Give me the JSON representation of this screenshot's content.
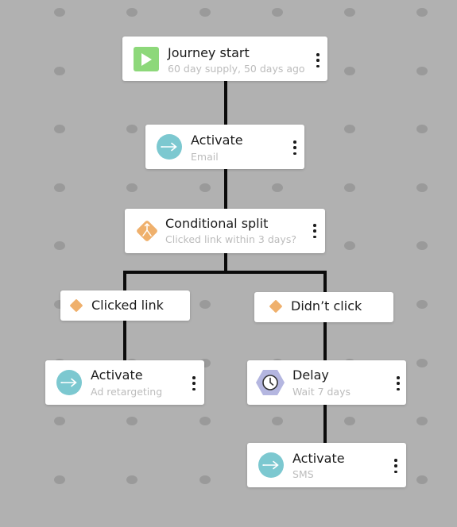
{
  "colors": {
    "background": "#b1b1b1",
    "connector": "#0b0b0b",
    "card": "#ffffff",
    "start_icon": "#8dd87a",
    "activate_icon": "#7cc8d0",
    "split_icon": "#efb06c",
    "delay_icon": "#b4b6e0"
  },
  "nodes": {
    "start": {
      "title": "Journey start",
      "subtitle": "60 day supply, 50 days ago",
      "icon": "play-icon"
    },
    "activate_email": {
      "title": "Activate",
      "subtitle": "Email",
      "icon": "arrow-right-icon"
    },
    "split": {
      "title": "Conditional split",
      "subtitle": "Clicked link within 3 days?",
      "icon": "split-icon"
    },
    "branch_yes": {
      "title": "Clicked link",
      "icon": "diamond-icon"
    },
    "branch_no": {
      "title": "Didn’t click",
      "icon": "diamond-icon"
    },
    "activate_ad": {
      "title": "Activate",
      "subtitle": "Ad retargeting",
      "icon": "arrow-right-icon"
    },
    "delay": {
      "title": "Delay",
      "subtitle": "Wait 7 days",
      "icon": "clock-icon"
    },
    "activate_sms": {
      "title": "Activate",
      "subtitle": "SMS",
      "icon": "arrow-right-icon"
    }
  }
}
